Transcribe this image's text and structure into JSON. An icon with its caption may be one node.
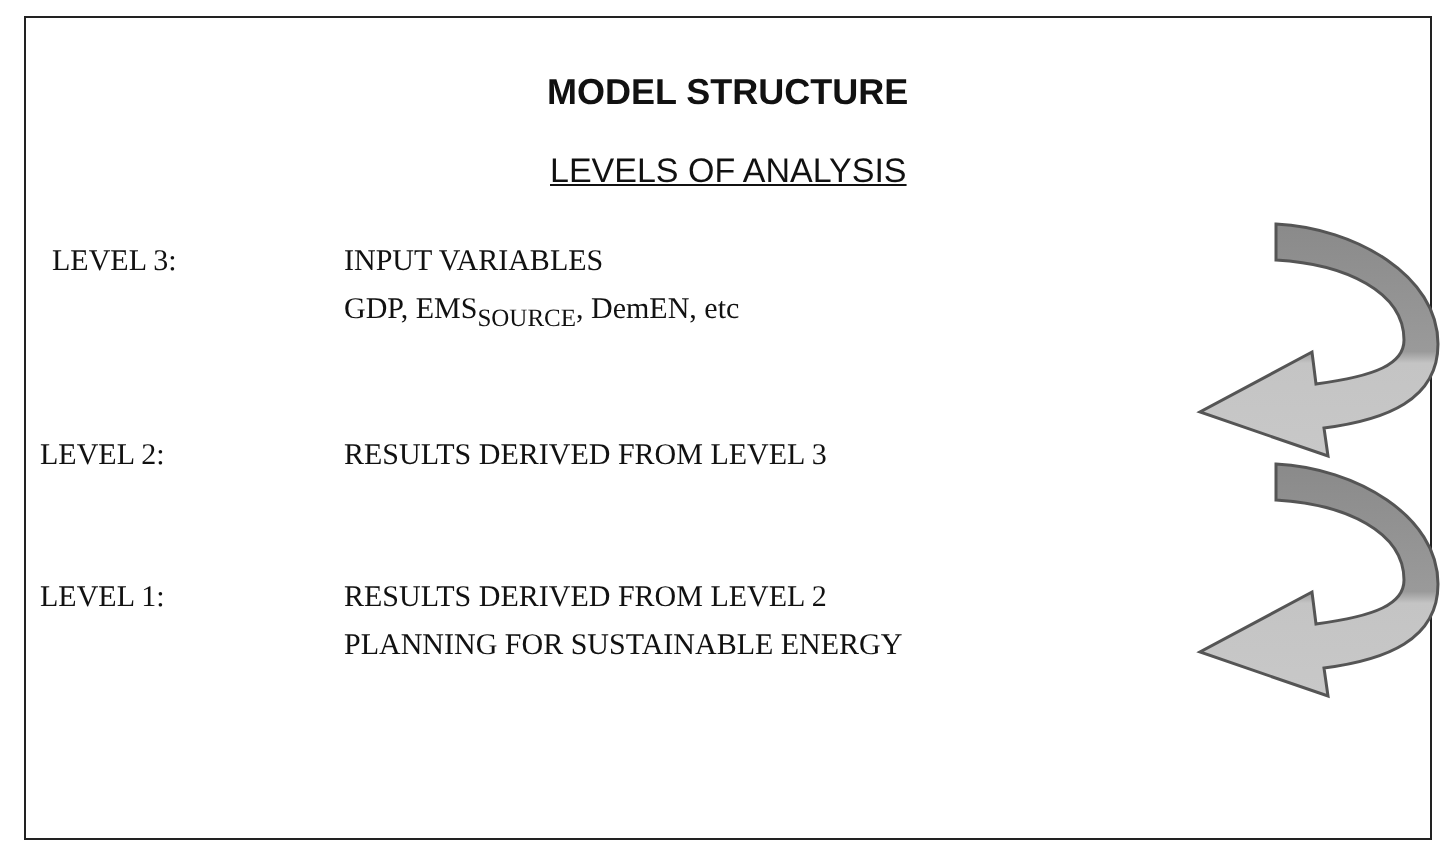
{
  "diagram": {
    "title": "MODEL STRUCTURE",
    "labels": [
      "LEVELS OF ANALYSIS",
      "LEVEL 3:",
      "INPUT VARIABLES",
      "GDP, EMS$_{SOURCE}$, DemEN, etc",
      "LEVEL 2:",
      "RESULTS DERIVED FROM LEVEL 3",
      "LEVEL 1:",
      "RESULTS DERIVED FROM LEVEL 2",
      "PLANNING FOR SUSTAINABLE ENERGY"
    ]
  }
}
